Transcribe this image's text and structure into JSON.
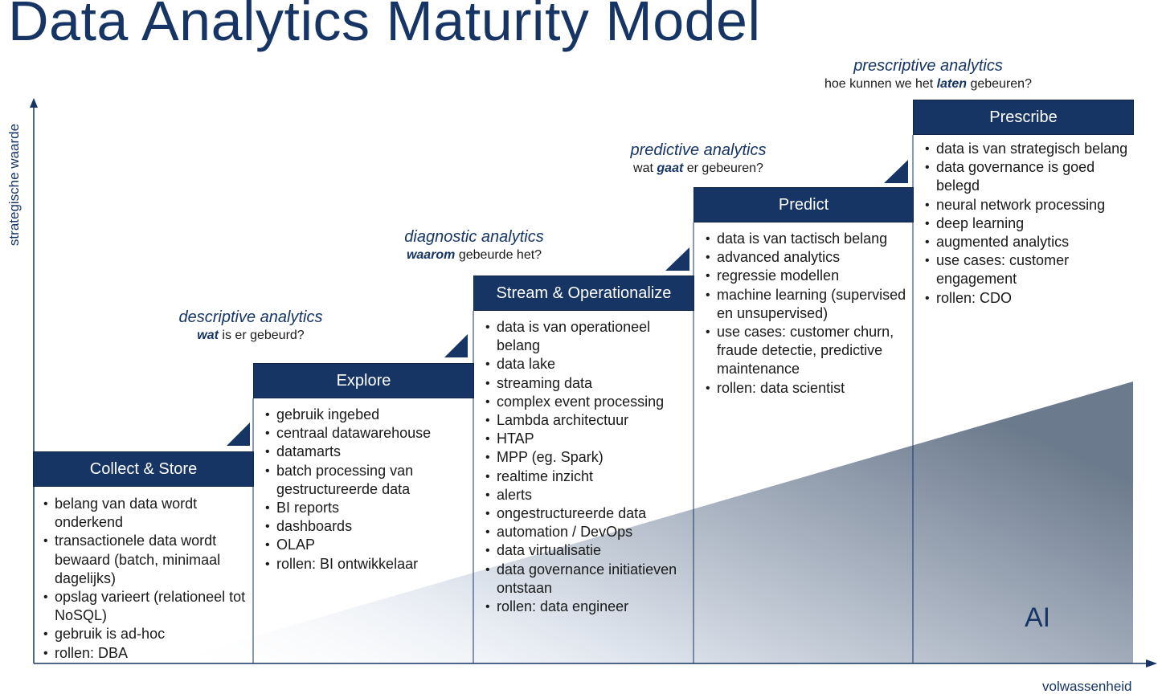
{
  "title": "Data Analytics Maturity Model",
  "axes": {
    "y_label": "strategische waarde",
    "x_label": "volwassenheid"
  },
  "ai_label": "AI",
  "colors": {
    "primary": "#163564",
    "gradient_end": "#6c7a8d"
  },
  "stages": [
    {
      "label": "Collect & Store",
      "items": [
        "belang van data wordt onderkend",
        "transactionele data wordt bewaard (batch, minimaal dagelijks)",
        "opslag varieert (relationeel tot NoSQL)",
        "gebruik is ad-hoc",
        "rollen: DBA"
      ]
    },
    {
      "label": "Explore",
      "items": [
        "gebruik ingebed",
        "centraal datawarehouse",
        "datamarts",
        "batch processing van gestructureerde data",
        "BI reports",
        "dashboards",
        "OLAP",
        "rollen: BI ontwikkelaar"
      ]
    },
    {
      "label": "Stream & Operationalize",
      "items": [
        "data is van operationeel belang",
        "data lake",
        "streaming data",
        "complex event processing",
        "Lambda architectuur",
        "HTAP",
        "MPP (eg. Spark)",
        "realtime inzicht",
        "alerts",
        "ongestructureerde data",
        "automation / DevOps",
        "data virtualisatie",
        "data governance initiatieven ontstaan",
        "rollen: data engineer"
      ]
    },
    {
      "label": "Predict",
      "items": [
        "data is van tactisch belang",
        "advanced analytics",
        "regressie modellen",
        "machine learning (supervised en unsupervised)",
        "use cases: customer churn, fraude detectie, predictive maintenance",
        "rollen: data scientist"
      ]
    },
    {
      "label": "Prescribe",
      "items": [
        "data is van strategisch belang",
        "data governance is goed belegd",
        "neural network processing",
        "deep learning",
        "augmented analytics",
        "use cases: customer engagement",
        "rollen: CDO"
      ]
    }
  ],
  "annotations": [
    {
      "title": "descriptive analytics",
      "sub_bold": "wat",
      "sub_rest": " is er gebeurd?"
    },
    {
      "title": "diagnostic analytics",
      "sub_bold": "waarom",
      "sub_rest": " gebeurde het?"
    },
    {
      "title": "predictive analytics",
      "sub_pre": "wat ",
      "sub_bold": "gaat",
      "sub_rest": " er gebeuren?"
    },
    {
      "title": "prescriptive analytics",
      "sub_pre": "hoe kunnen we het ",
      "sub_bold": "laten",
      "sub_rest": " gebeuren?"
    }
  ]
}
